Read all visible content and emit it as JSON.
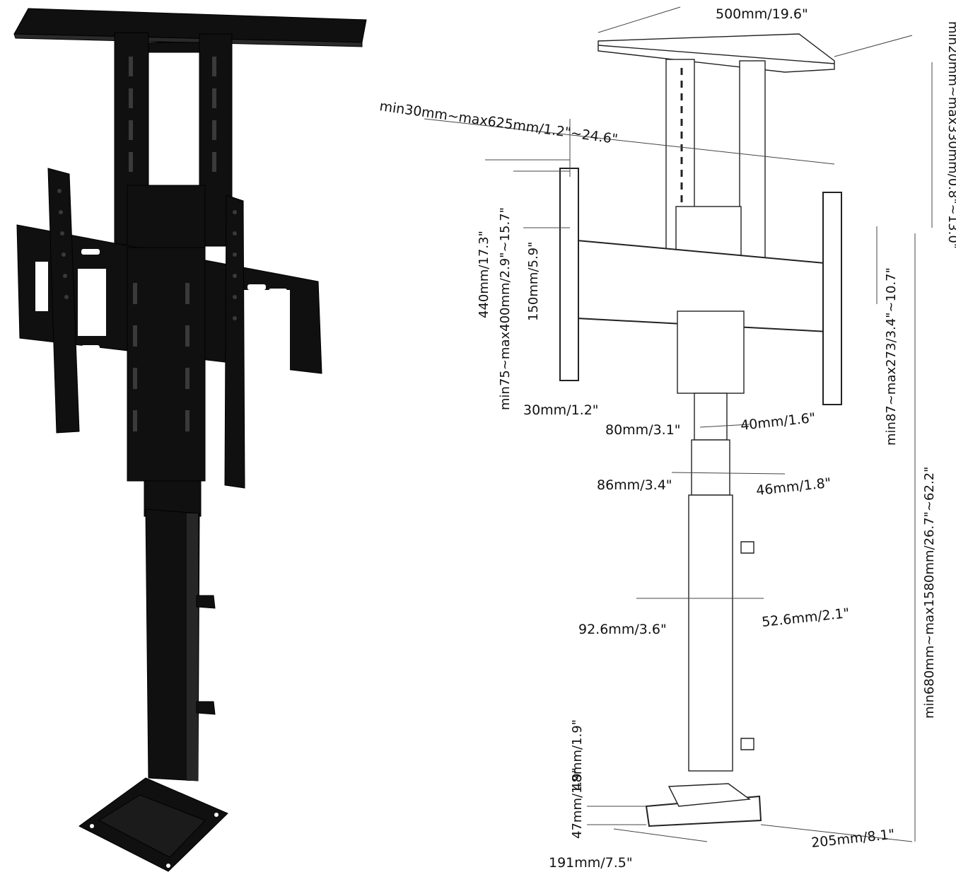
{
  "colors": {
    "product_black": "#101010",
    "highlight": "#3a3a3a",
    "line": "#222222",
    "background": "#ffffff"
  },
  "dimensions": {
    "top_width": "500mm/19.6\"",
    "top_height": "min20mm~max330mm/0.8\"~13.0\"",
    "arm_span": "min30mm~max625mm/1.2\"~24.6\"",
    "vesa_vertical": "min75~max400mm/2.9\"~15.7\"",
    "bracket_height": "440mm/17.3\"",
    "plate_height": "150mm/5.9\"",
    "arm_offset": "min87~max273/3.4\"~10.7\"",
    "arm_width": "30mm/1.2\"",
    "upper_tube_width": "80mm/3.1\"",
    "upper_tube_depth": "40mm/1.6\"",
    "mid_tube_width": "86mm/3.4\"",
    "mid_tube_depth": "46mm/1.8\"",
    "lower_tube_width": "92.6mm/3.6\"",
    "lower_tube_depth": "52.6mm/2.1\"",
    "total_height": "min680mm~max1580mm/26.7\"~62.2\"",
    "base_height_tall": "48mm/1.9\"",
    "base_height": "47mm/1.9\"",
    "base_depth": "205mm/8.1\"",
    "base_width": "191mm/7.5\""
  }
}
